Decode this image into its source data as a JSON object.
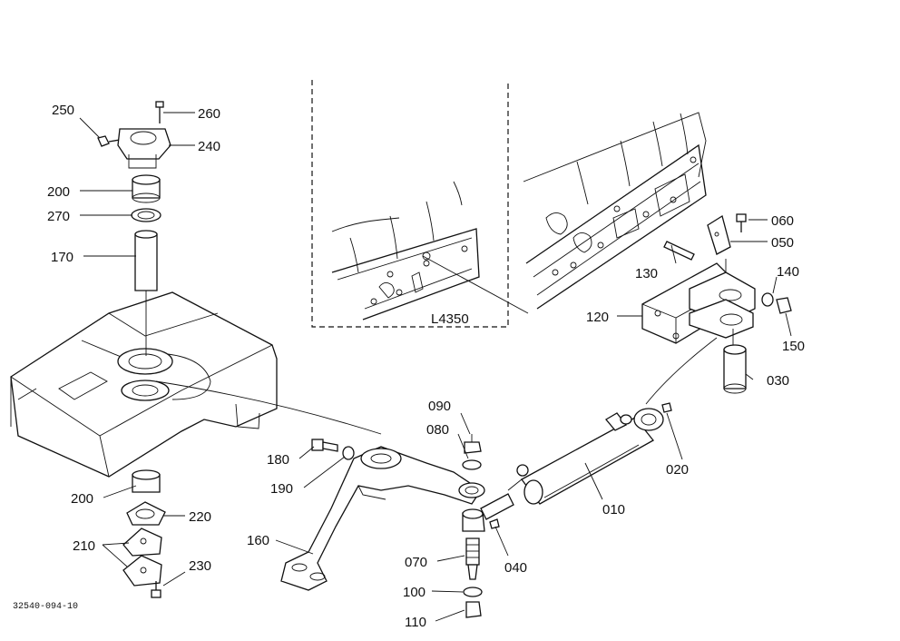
{
  "variant_label": "L4350",
  "drawing_code": "32540-094-10",
  "callouts": {
    "c250": "250",
    "c260": "260",
    "c240": "240",
    "c200a": "200",
    "c270": "270",
    "c170": "170",
    "c090": "090",
    "c080": "080",
    "c180": "180",
    "c190": "190",
    "c200b": "200",
    "c220": "220",
    "c210": "210",
    "c230": "230",
    "c160": "160",
    "c070": "070",
    "c040": "040",
    "c100": "100",
    "c110": "110",
    "c010": "010",
    "c020": "020",
    "c030": "030",
    "c060": "060",
    "c050": "050",
    "c140": "140",
    "c150": "150",
    "c130": "130",
    "c120": "120"
  }
}
